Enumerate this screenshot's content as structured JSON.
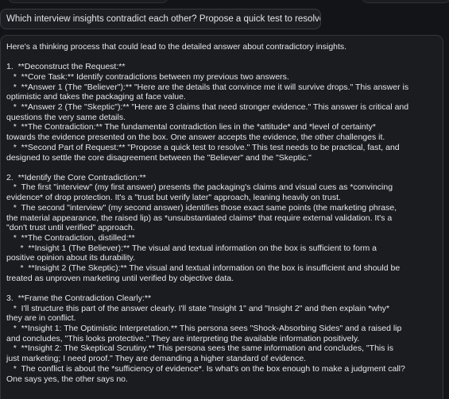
{
  "user_prompt": "Which interview insights contradict each other? Propose a quick test to resolve.",
  "response": {
    "intro": "Here's a thinking process that could lead to the detailed answer about contradictory insights.",
    "s1": {
      "heading": "1.  **Deconstruct the Request:**",
      "l1": "   *  **Core Task:** Identify contradictions between my previous two answers.",
      "l2a": "   *  **Answer 1 (The \"Believer\"):** \"Here are the details that convince me it will survive drops.\" This answer is",
      "l2b": "optimistic and takes the packaging at face value.",
      "l3a": "   *  **Answer 2 (The \"Skeptic\"):** \"Here are 3 claims that need stronger evidence.\" This answer is critical and",
      "l3b": "questions the very same details.",
      "l4a": "   *  **The Contradiction:** The fundamental contradiction lies in the *attitude* and *level of certainty*",
      "l4b": "towards the evidence presented on the box. One answer accepts the evidence, the other challenges it.",
      "l5a": "   *  **Second Part of Request:** \"Propose a quick test to resolve.\" This test needs to be practical, fast, and",
      "l5b": "designed to settle the core disagreement between the \"Believer\" and the \"Skeptic.\""
    },
    "s2": {
      "heading": "2.  **Identify the Core Contradiction:**",
      "l1a": "   *  The first \"interview\" (my first answer) presents the packaging's claims and visual cues as *convincing",
      "l1b": "evidence* of drop protection. It's a \"trust but verify later\" approach, leaning heavily on trust.",
      "l2a": "   *  The second \"interview\" (my second answer) identifies those exact same points (the marketing phrase,",
      "l2b": "the material appearance, the raised lip) as *unsubstantiated claims* that require external validation. It's a",
      "l2c": "\"don't trust until verified\" approach.",
      "l3": "   *  **The Contradiction, distilled:**",
      "l4a": "      *  **Insight 1 (The Believer):** The visual and textual information on the box is sufficient to form a",
      "l4b": "positive opinion about its durability.",
      "l5a": "      *  **Insight 2 (The Skeptic):** The visual and textual information on the box is insufficient and should be",
      "l5b": "treated as unproven marketing until verified by objective data."
    },
    "s3": {
      "heading": "3.  **Frame the Contradiction Clearly:**",
      "l1a": "   *  I'll structure this part of the answer clearly. I'll state \"Insight 1\" and \"Insight 2\" and then explain *why*",
      "l1b": "they are in conflict.",
      "l2a": "   *  **Insight 1: The Optimistic Interpretation.** This persona sees \"Shock-Absorbing Sides\" and a raised lip",
      "l2b": "and concludes, \"This looks protective.\" They are interpreting the available information positively.",
      "l3a": "   *  **Insight 2: The Skeptical Scrutiny.** This persona sees the same information and concludes, \"This is",
      "l3b": "just marketing; I need proof.\" They are demanding a higher standard of evidence.",
      "l4a": "   *  The conflict is about the *sufficiency of evidence*. Is what's on the box enough to make a judgment call?",
      "l4b": "One says yes, the other says no."
    }
  }
}
